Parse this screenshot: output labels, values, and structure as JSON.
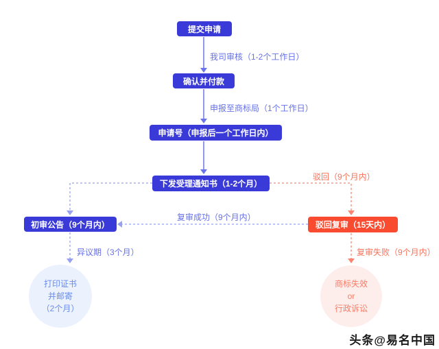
{
  "palette": {
    "node_blue": "#3a3ad9",
    "node_red": "#f94b2f",
    "label_blue": "#6570e8",
    "label_red": "#fb7158",
    "line_solid_blue": "#6b74e8",
    "line_dashed_blue": "#98a0f0",
    "line_dashed_red": "#fb8571",
    "circle_blue_bg": "#ebf2fd",
    "circle_blue_text": "#6a8cea",
    "circle_red_bg": "#fdeeec",
    "circle_red_text": "#fb7b66"
  },
  "nodes": {
    "submit": "提交申请",
    "confirm_pay": "确认并付款",
    "application_no": "申请号（申报后一个工作日内）",
    "acceptance_notice": "下发受理通知书（1-2个月）",
    "preliminary_announcement": "初审公告（9个月内）",
    "rejection_review": "驳回复审（15天内）",
    "certificate": [
      "打印证书",
      "并邮寄",
      "（2个月）"
    ],
    "invalid": [
      "商标失效",
      "or",
      "行政诉讼"
    ]
  },
  "edges": {
    "company_review": "我司审核（1-2个工作日）",
    "report_to_bureau": "申报至商标局（1个工作日）",
    "rejected": "驳回（9个月内）",
    "review_success": "复审成功（9个月内）",
    "objection_period": "异议期（3个月）",
    "review_fail": "复审失败（9个月内）"
  },
  "watermark": "头条@易名中国"
}
